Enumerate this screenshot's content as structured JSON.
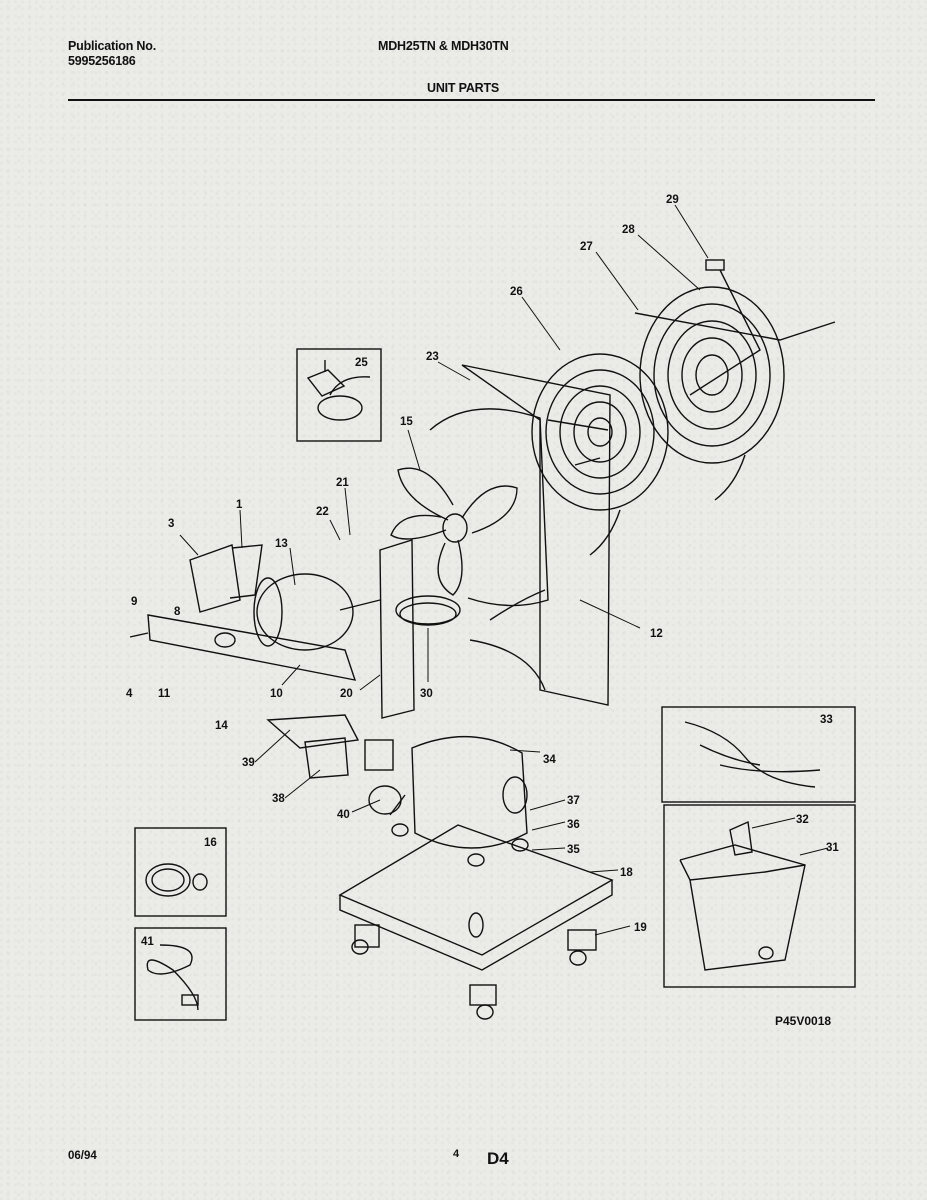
{
  "header": {
    "publication_label": "Publication No.",
    "publication_number": "5995256186",
    "models": "MDH25TN & MDH30TN",
    "section_title": "UNIT PARTS"
  },
  "diagram": {
    "figure_code": "P45V0018",
    "part_callouts": [
      "1",
      "3",
      "4",
      "8",
      "9",
      "10",
      "11",
      "12",
      "13",
      "14",
      "15",
      "16",
      "18",
      "19",
      "20",
      "21",
      "22",
      "23",
      "25",
      "26",
      "27",
      "28",
      "29",
      "30",
      "31",
      "32",
      "33",
      "34",
      "35",
      "36",
      "37",
      "38",
      "39",
      "40",
      "41"
    ]
  },
  "footer": {
    "date": "06/94",
    "page_number": "4",
    "section_code": "D4"
  }
}
